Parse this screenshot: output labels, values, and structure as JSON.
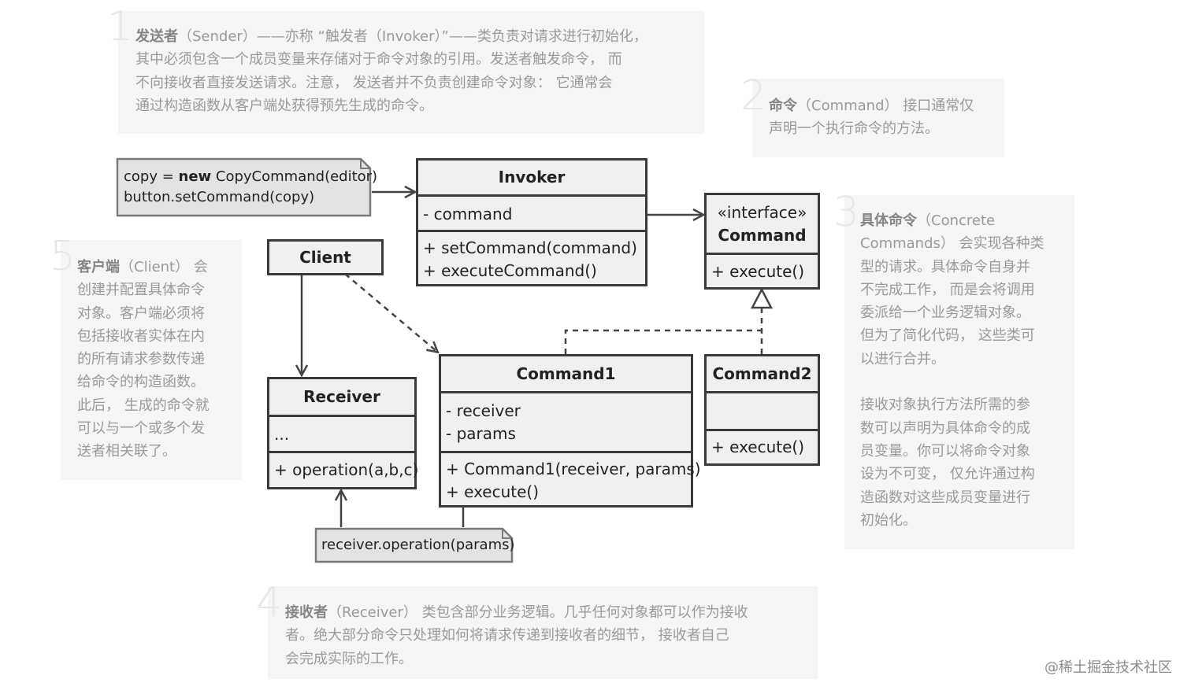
{
  "annotations": {
    "a1": {
      "number": "1",
      "lines": [
        {
          "bold": "发送者",
          "text": "（Sender）——亦称 “触发者（Invoker）”——类负责对请求进行初始化，"
        },
        {
          "bold": "",
          "text": "其中必须包含一个成员变量来存储对于命令对象的引用。发送者触发命令， 而"
        },
        {
          "bold": "",
          "text": "不向接收者直接发送请求。注意， 发送者并不负责创建命令对象： 它通常会"
        },
        {
          "bold": "",
          "text": "通过构造函数从客户端处获得预先生成的命令。"
        }
      ]
    },
    "a2": {
      "number": "2",
      "lines": [
        {
          "bold": "命令",
          "text": "（Command） 接口通常仅"
        },
        {
          "bold": "",
          "text": "声明一个执行命令的方法。"
        }
      ]
    },
    "a3": {
      "number": "3",
      "lines": [
        {
          "bold": "具体命令",
          "text": "（Concrete"
        },
        {
          "bold": "",
          "text": "Commands） 会实现各种类"
        },
        {
          "bold": "",
          "text": "型的请求。具体命令自身并"
        },
        {
          "bold": "",
          "text": "不完成工作， 而是会将调用"
        },
        {
          "bold": "",
          "text": "委派给一个业务逻辑对象。"
        },
        {
          "bold": "",
          "text": "但为了简化代码， 这些类可"
        },
        {
          "bold": "",
          "text": "以进行合并。"
        },
        {
          "bold": "",
          "text": ""
        },
        {
          "bold": "",
          "text": "接收对象执行方法所需的参"
        },
        {
          "bold": "",
          "text": "数可以声明为具体命令的成"
        },
        {
          "bold": "",
          "text": "员变量。你可以将命令对象"
        },
        {
          "bold": "",
          "text": "设为不可变， 仅允许通过构"
        },
        {
          "bold": "",
          "text": "造函数对这些成员变量进行"
        },
        {
          "bold": "",
          "text": "初始化。"
        }
      ]
    },
    "a4": {
      "number": "4",
      "lines": [
        {
          "bold": "接收者",
          "text": "（Receiver） 类包含部分业务逻辑。几乎任何对象都可以作为接收"
        },
        {
          "bold": "",
          "text": "者。绝大部分命令只处理如何将请求传递到接收者的细节， 接收者自己"
        },
        {
          "bold": "",
          "text": "会完成实际的工作。"
        }
      ]
    },
    "a5": {
      "number": "5",
      "lines": [
        {
          "bold": "客户端",
          "text": "（Client） 会"
        },
        {
          "bold": "",
          "text": "创建并配置具体命令"
        },
        {
          "bold": "",
          "text": "对象。客户端必须将"
        },
        {
          "bold": "",
          "text": "包括接收者实体在内"
        },
        {
          "bold": "",
          "text": "的所有请求参数传递"
        },
        {
          "bold": "",
          "text": "给命令的构造函数。"
        },
        {
          "bold": "",
          "text": "此后， 生成的命令就"
        },
        {
          "bold": "",
          "text": "可以与一个或多个发"
        },
        {
          "bold": "",
          "text": "送者相关联了。"
        }
      ]
    }
  },
  "notes": {
    "client_code": {
      "line1_pre": "copy = ",
      "line1_kw": "new",
      "line1_post": " CopyCommand(editor)",
      "line2": "button.setCommand(copy)"
    },
    "receiver_code": {
      "line1": "receiver.operation(params)"
    }
  },
  "classes": {
    "invoker": {
      "name": "Invoker",
      "fields": [
        "- command"
      ],
      "methods": [
        "+ setCommand(command)",
        "+ executeCommand()"
      ]
    },
    "command": {
      "stereotype": "«interface»",
      "name": "Command",
      "methods": [
        "+ execute()"
      ]
    },
    "client": {
      "name": "Client"
    },
    "receiver": {
      "name": "Receiver",
      "fields": [
        "..."
      ],
      "methods": [
        "+ operation(a,b,c)"
      ]
    },
    "command1": {
      "name": "Command1",
      "fields": [
        "- receiver",
        "- params"
      ],
      "methods": [
        "+ Command1(receiver, params)",
        "+ execute()"
      ]
    },
    "command2": {
      "name": "Command2",
      "methods": [
        "+ execute()"
      ]
    }
  },
  "watermark": "@稀土掘金技术社区"
}
